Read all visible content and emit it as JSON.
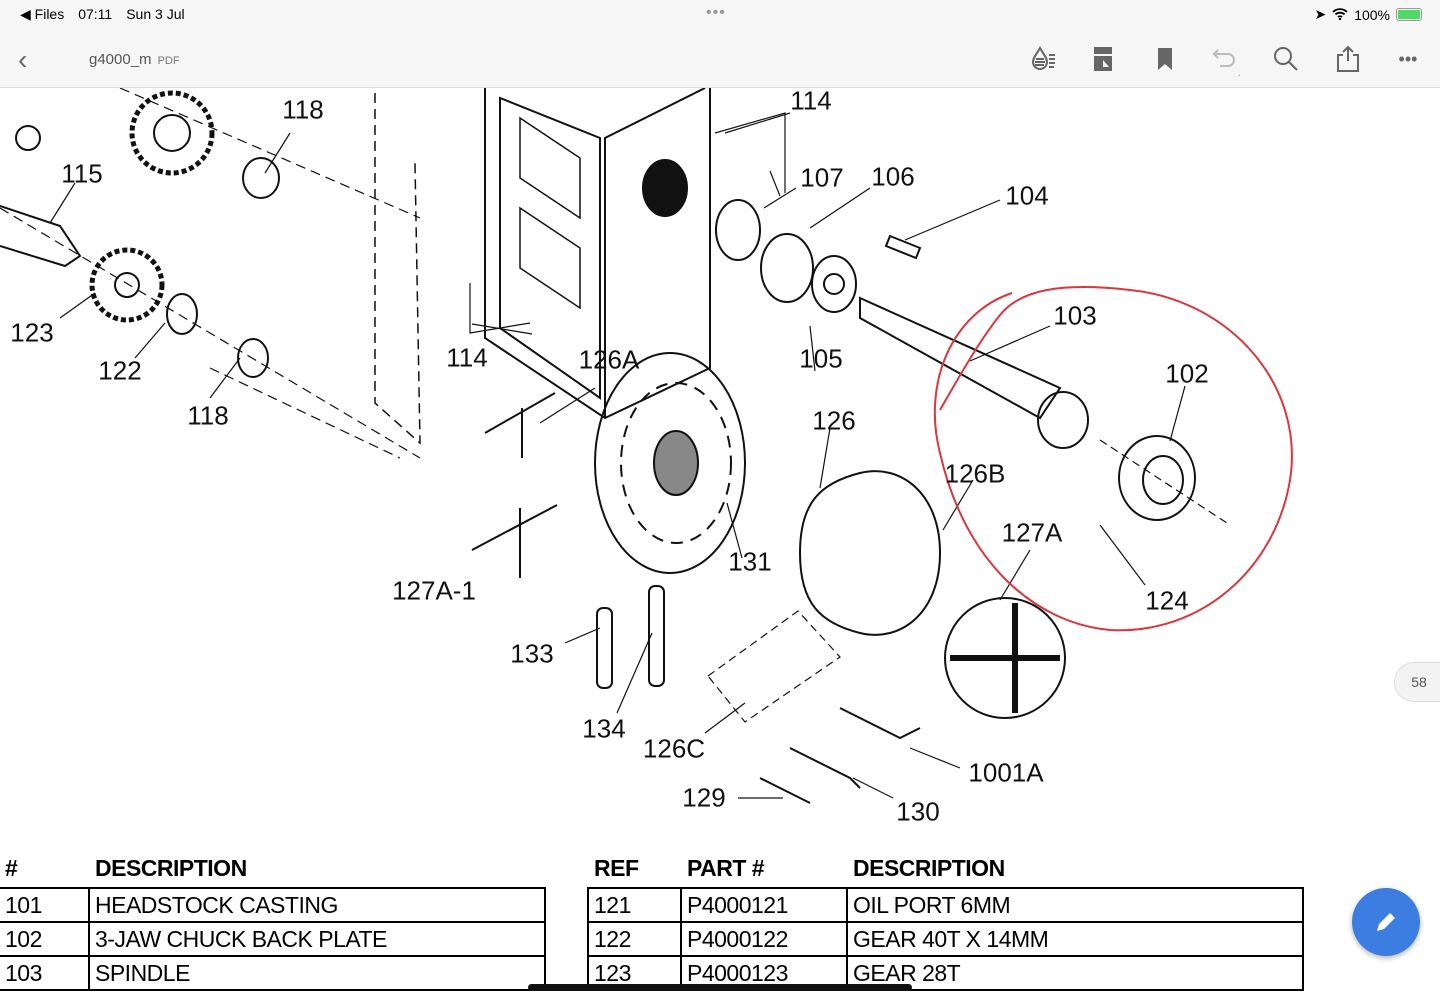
{
  "status": {
    "back_app": "Files",
    "time": "07:11",
    "date": "Sun 3 Jul",
    "battery": "100%"
  },
  "toolbar": {
    "title": "g4000_m",
    "file_type": "PDF",
    "icons": [
      "back-chevron-icon",
      "reading-mode-icon",
      "page-thumbnails-icon",
      "bookmark-icon",
      "undo-icon",
      "search-icon",
      "share-icon",
      "more-icon"
    ]
  },
  "diagram": {
    "labels": [
      "118",
      "115",
      "123",
      "122",
      "118",
      "114",
      "107",
      "106",
      "104",
      "114",
      "126A",
      "105",
      "103",
      "102",
      "126",
      "126B",
      "127A",
      "124",
      "131",
      "127A-1",
      "133",
      "134",
      "126C",
      "1001A",
      "129",
      "130"
    ],
    "annotation_color": "#d9363e"
  },
  "table_left": {
    "headers": [
      "#",
      "DESCRIPTION"
    ],
    "rows": [
      [
        "101",
        "HEADSTOCK CASTING"
      ],
      [
        "102",
        "3-JAW CHUCK BACK PLATE"
      ],
      [
        "103",
        "SPINDLE"
      ]
    ]
  },
  "table_right": {
    "headers": [
      "REF",
      "PART #",
      "DESCRIPTION"
    ],
    "rows": [
      [
        "121",
        "P4000121",
        "OIL PORT 6MM"
      ],
      [
        "122",
        "P4000122",
        "GEAR 40T X 14MM"
      ],
      [
        "123",
        "P4000123",
        "GEAR 28T"
      ]
    ]
  },
  "page_indicator": "58",
  "fab": {
    "icon": "pencil-icon",
    "color": "#3b7de0"
  }
}
